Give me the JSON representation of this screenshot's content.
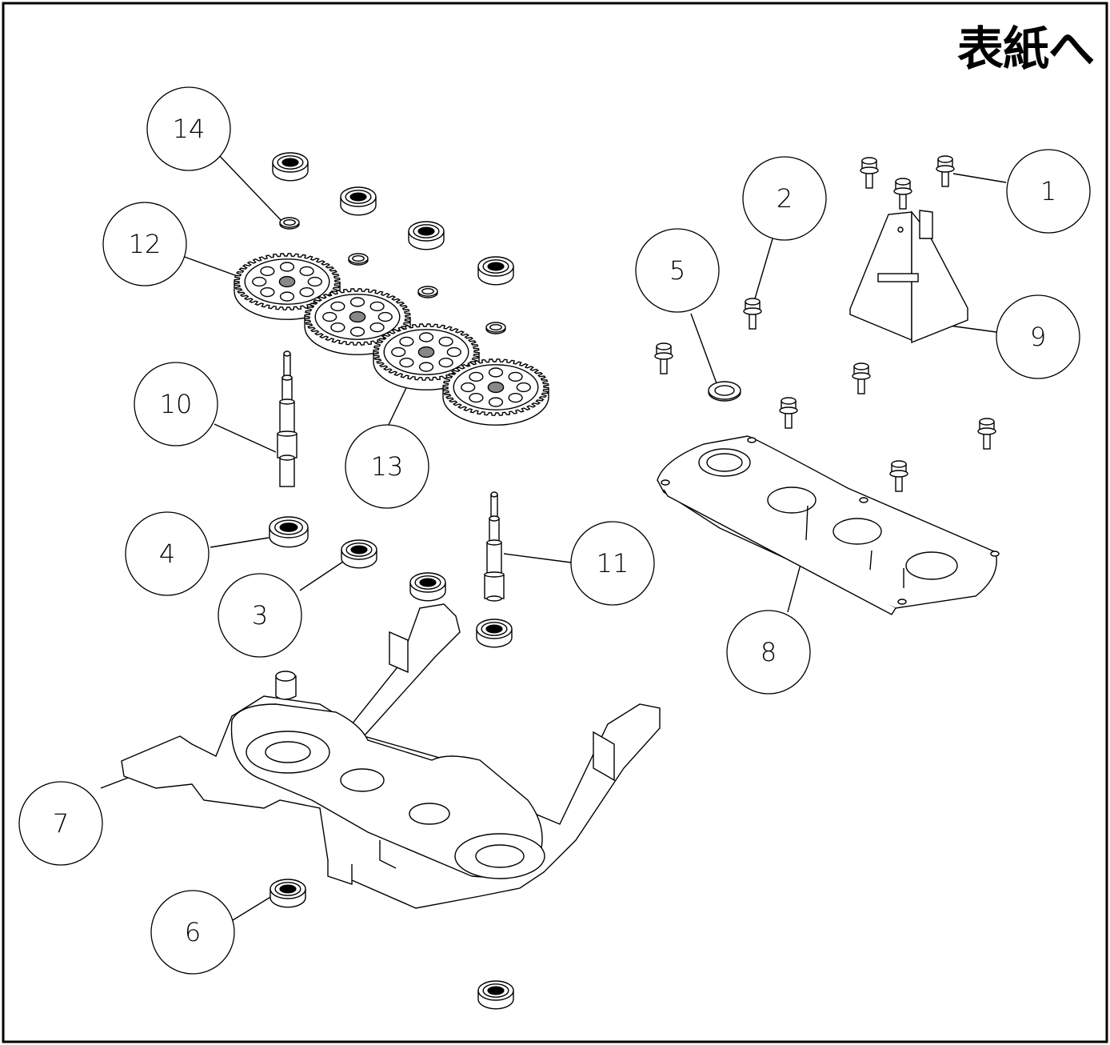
{
  "header": {
    "back_to_cover": "表紙へ"
  },
  "callouts": [
    {
      "id": "callout-1",
      "label": "1"
    },
    {
      "id": "callout-2",
      "label": "2"
    },
    {
      "id": "callout-3",
      "label": "3"
    },
    {
      "id": "callout-4",
      "label": "4"
    },
    {
      "id": "callout-5",
      "label": "5"
    },
    {
      "id": "callout-6",
      "label": "6"
    },
    {
      "id": "callout-7",
      "label": "7"
    },
    {
      "id": "callout-8",
      "label": "8"
    },
    {
      "id": "callout-9",
      "label": "9"
    },
    {
      "id": "callout-10",
      "label": "10"
    },
    {
      "id": "callout-11",
      "label": "11"
    },
    {
      "id": "callout-12",
      "label": "12"
    },
    {
      "id": "callout-13",
      "label": "13"
    },
    {
      "id": "callout-14",
      "label": "14"
    }
  ],
  "colors": {
    "line": "#000000",
    "background": "#ffffff"
  }
}
